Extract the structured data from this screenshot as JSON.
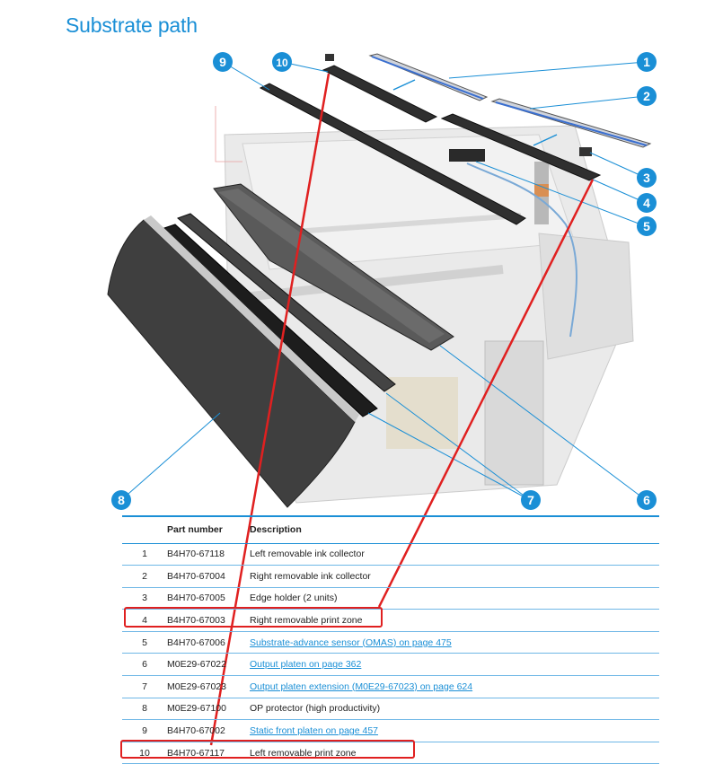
{
  "title": "Substrate path",
  "callouts": [
    "1",
    "2",
    "3",
    "4",
    "5",
    "6",
    "7",
    "8",
    "9",
    "10"
  ],
  "table": {
    "headers": {
      "index": "",
      "part_number": "Part number",
      "description": "Description"
    },
    "rows": [
      {
        "index": "1",
        "part_number": "B4H70-67118",
        "description": "Left removable ink collector",
        "link": false
      },
      {
        "index": "2",
        "part_number": "B4H70-67004",
        "description": "Right removable ink collector",
        "link": false
      },
      {
        "index": "3",
        "part_number": "B4H70-67005",
        "description": "Edge holder (2 units)",
        "link": false
      },
      {
        "index": "4",
        "part_number": "B4H70-67003",
        "description": "Right removable print zone",
        "link": false,
        "highlighted": true
      },
      {
        "index": "5",
        "part_number": "B4H70-67006",
        "description": "Substrate-advance sensor (OMAS) on page 475",
        "link": true
      },
      {
        "index": "6",
        "part_number": "M0E29-67022",
        "description": "Output platen on page 362",
        "link": true
      },
      {
        "index": "7",
        "part_number": "M0E29-67023",
        "description": "Output platen extension (M0E29-67023) on page 624",
        "link": true
      },
      {
        "index": "8",
        "part_number": "M0E29-67100",
        "description": "OP protector (high productivity)",
        "link": false
      },
      {
        "index": "9",
        "part_number": "B4H70-67002",
        "description": "Static front platen on page 457",
        "link": true
      },
      {
        "index": "10",
        "part_number": "B4H70-67117",
        "description": "Left removable print zone",
        "link": false,
        "highlighted": true
      }
    ]
  },
  "colors": {
    "accent": "#1a8fd6",
    "highlight": "#e02020"
  }
}
